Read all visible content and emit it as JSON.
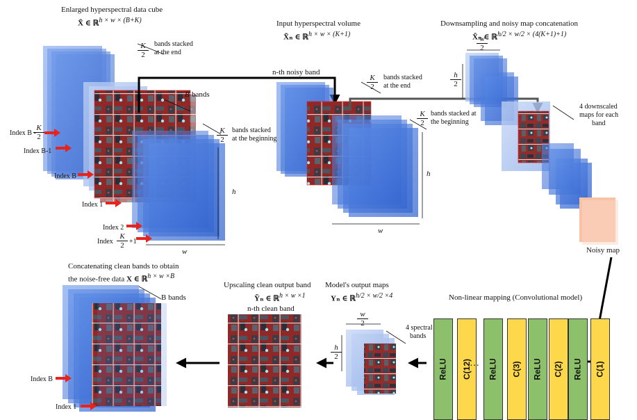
{
  "titles": {
    "cube_enlarged": "Enlarged hyperspectral data cube",
    "cube_enlarged_symbol": "X̃ ∈ ℝ",
    "cube_enlarged_sup": "h × w × (B+K)",
    "input_volume": "Input hyperspectral volume",
    "input_volume_symbol": "X̃ₙ ∈ ℝ",
    "input_volume_sup": "h × w × (K+1)",
    "downsampling": "Downsampling and noisy map concatenation",
    "downsampling_symbol": "X̂ₙ ∈ ℝ",
    "downsampling_sup": "h/2 × w/2 × (4(K+1)+1)",
    "concat_line1": "Concatenating clean bands to obtain",
    "concat_line2": "the noise-free data",
    "concat_symbol": "X ∈ ℝ",
    "concat_sup": "h × w ×B",
    "upscaling": "Upscaling clean output band",
    "upscaling_symbol": "Ỹₙ ∈ ℝ",
    "upscaling_sup": "h × w ×1",
    "model_output": "Model's output maps",
    "model_output_symbol": "Yₙ ∈ ℝ",
    "model_output_sup": "h/2 × w/2 ×4",
    "nonlinear": "Non-linear mapping (Convolutional model)"
  },
  "labels": {
    "k": "K",
    "two": "2",
    "bands_stacked_end_1": "bands stacked",
    "bands_stacked_end_2": "at the end",
    "b_bands": "bands",
    "b_letter": "B",
    "bands_stacked_begin_1": "bands stacked",
    "bands_stacked_begin_2": "at the beginning",
    "bands_stacked_begin_alt_1": "bands stacked at",
    "bands_stacked_begin_alt_2": "the beginning",
    "index_b_minus_k": "Index B -",
    "index_b_minus_1": "Index B-1",
    "index_b": "Index B",
    "index_1": "Index 1",
    "index_2": "Index 2",
    "index_k_plus_1_pre": "Index",
    "index_k_plus_1_post": "+1",
    "h": "h",
    "w": "w",
    "nth_noisy_band": "n-th noisy band",
    "four_downscaled_1": "4 downscaled",
    "four_downscaled_2": "maps for each",
    "four_downscaled_3": "band",
    "noisy_map": "Noisy map",
    "nth_clean_band": "n-th clean band",
    "four_spectral_1": "4 spectral",
    "four_spectral_2": "bands",
    "ellipsis": "…",
    "index_b_bottom": "Index B",
    "index_1_bottom": "Index 1",
    "b_bands_bottom": "B bands"
  },
  "network_blocks": [
    {
      "label": "ReLU",
      "kind": "relu"
    },
    {
      "label": "C(12)",
      "kind": "conv"
    },
    {
      "label": "ReLU",
      "kind": "relu"
    },
    {
      "label": "C(3)",
      "kind": "conv"
    },
    {
      "label": "ReLU",
      "kind": "relu"
    },
    {
      "label": "C(2)",
      "kind": "conv"
    },
    {
      "label": "ReLU",
      "kind": "relu"
    },
    {
      "label": "C(1)",
      "kind": "conv"
    }
  ],
  "colors": {
    "cube_blue": "#3f74d8",
    "cube_blue_light": "#8fb0ea",
    "arrow_red": "#e8231e",
    "arrow_black": "#000000",
    "relu_green": "#8cc06a",
    "conv_yellow": "#fcd84a",
    "noisy_map": "#f8c2a6",
    "city_red": "#9b2c2a"
  }
}
